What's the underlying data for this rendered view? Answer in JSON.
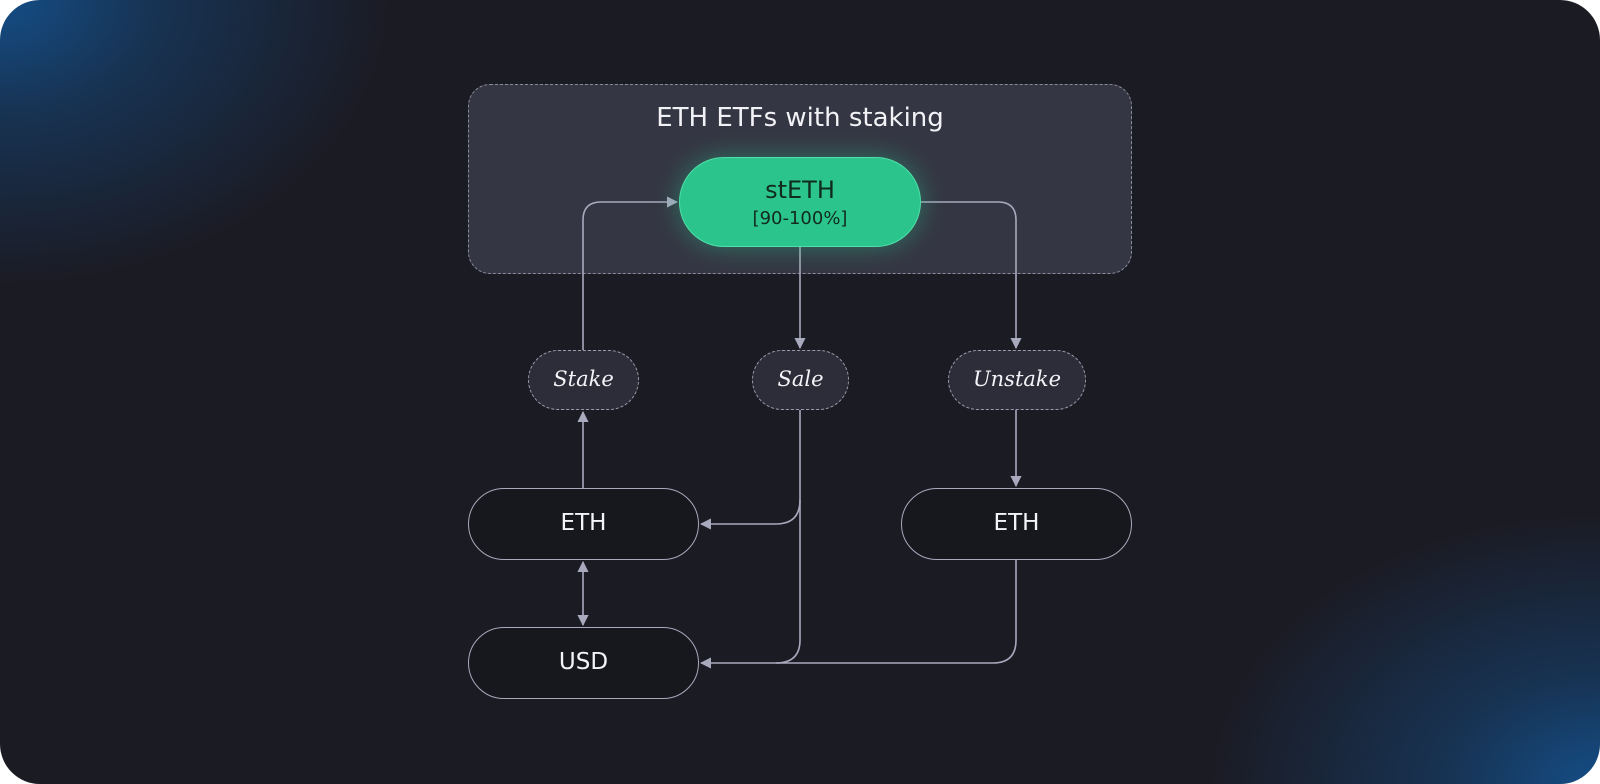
{
  "diagram": {
    "group_title": "ETH ETFs with staking",
    "center": {
      "name": "stETH",
      "range": "[90-100%]"
    },
    "actions": {
      "stake": "Stake",
      "sale": "Sale",
      "unstake": "Unstake"
    },
    "assets": {
      "eth_left": "ETH",
      "eth_right": "ETH",
      "usd": "USD"
    },
    "colors": {
      "accent_green": "#2bc48d",
      "connector": "#a9a9bd",
      "background": "#1b1b24",
      "gradient_blue": "#14508c"
    }
  }
}
